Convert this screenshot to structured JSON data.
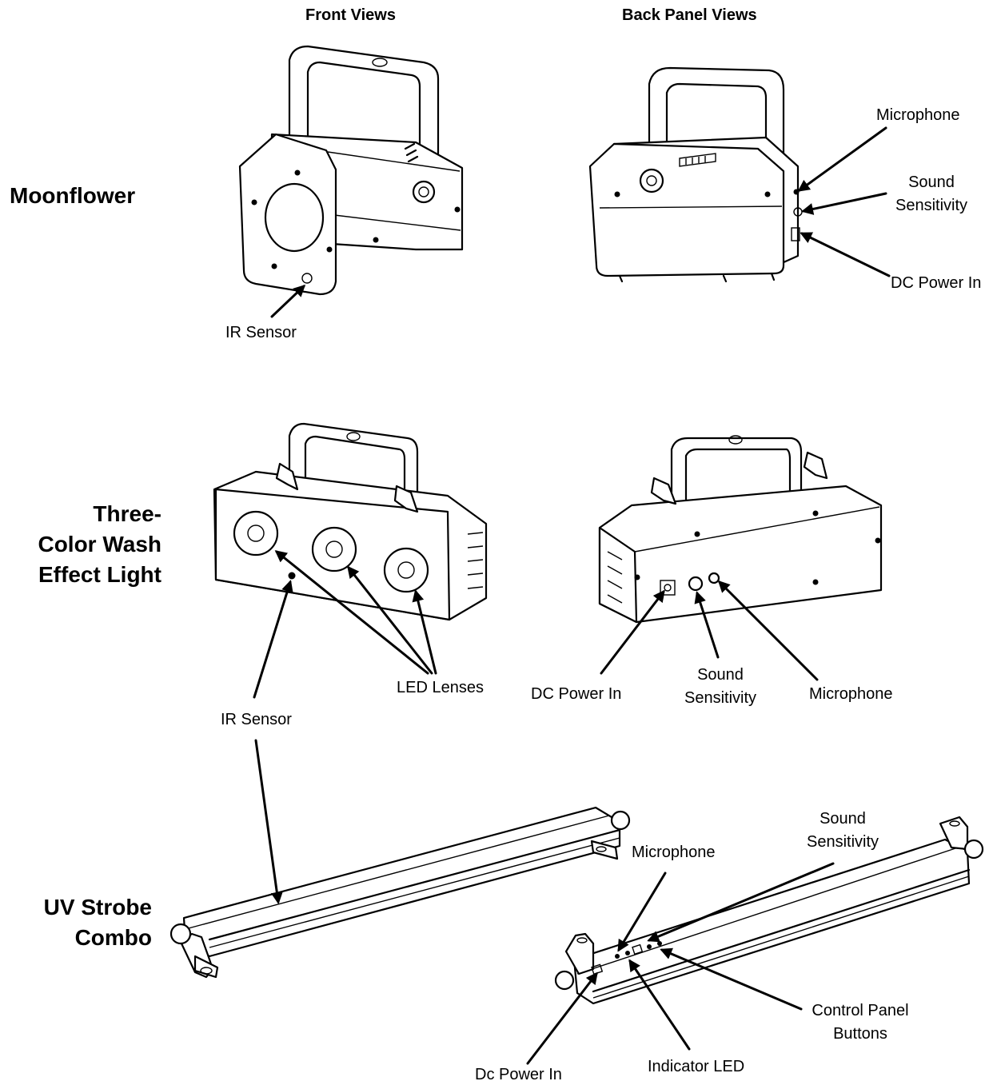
{
  "headers": {
    "front": "Front Views",
    "back": "Back Panel Views"
  },
  "products": {
    "moonflower": "Moonflower",
    "wash_line1": "Three-",
    "wash_line2": "Color Wash",
    "wash_line3": "Effect Light",
    "uv_line1": "UV Strobe",
    "uv_line2": "Combo"
  },
  "callouts": {
    "mf_ir_sensor": "IR Sensor",
    "mf_microphone": "Microphone",
    "mf_sound_1": "Sound",
    "mf_sound_2": "Sensitivity",
    "mf_dc_power": "DC Power In",
    "wash_led_lenses": "LED Lenses",
    "wash_ir_sensor": "IR Sensor",
    "wash_dc_power": "DC Power In",
    "wash_sound_1": "Sound",
    "wash_sound_2": "Sensitivity",
    "wash_microphone": "Microphone",
    "uv_microphone": "Microphone",
    "uv_sound_1": "Sound",
    "uv_sound_2": "Sensitivity",
    "uv_control_1": "Control Panel",
    "uv_control_2": "Buttons",
    "uv_indicator": "Indicator LED",
    "uv_dc_power": "Dc Power In"
  }
}
